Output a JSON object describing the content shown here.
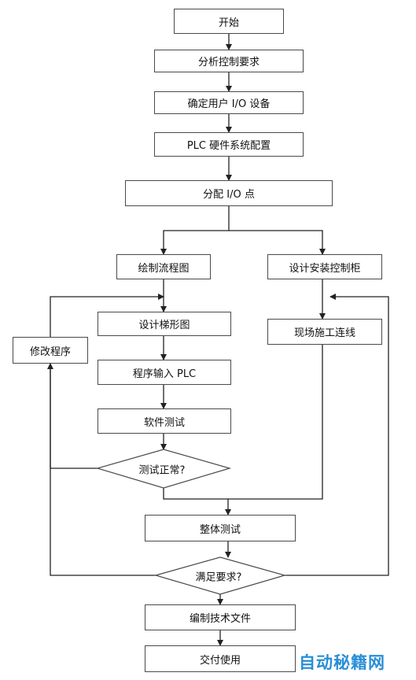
{
  "nodes": {
    "start": "开始",
    "analyze": "分析控制要求",
    "io_device": "确定用户 I/O 设备",
    "plc_hw": "PLC 硬件系统配置",
    "assign_io": "分配 I/O 点",
    "flowchart": "绘制流程图",
    "cabinet": "设计安装控制柜",
    "ladder": "设计梯形图",
    "modify": "修改程序",
    "input_plc": "程序输入 PLC",
    "onsite": "现场施工连线",
    "sw_test": "软件测试",
    "test_ok": "测试正常?",
    "overall": "整体测试",
    "satisfy": "满足要求?",
    "document": "编制技术文件",
    "deliver": "交付使用"
  },
  "watermark": "自动秘籍网"
}
